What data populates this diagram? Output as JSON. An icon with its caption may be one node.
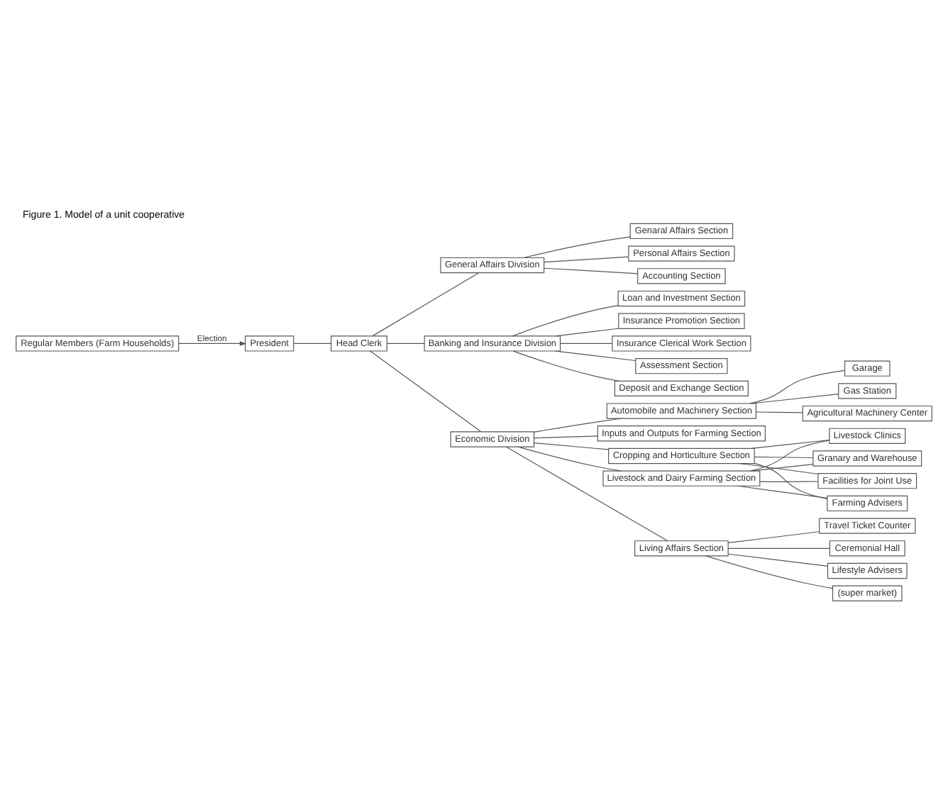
{
  "diagram": {
    "title": "Figure 1. Model of a unit cooperative",
    "nodes": [
      {
        "text": [
          "Regular Members (Farm Households)"
        ]
      },
      {
        "text": [
          "President"
        ]
      },
      {
        "text": [
          "Head Clerk"
        ]
      },
      {
        "text": [
          "General Affairs Division"
        ]
      },
      {
        "text": [
          "Banking and Insurance Division"
        ]
      },
      {
        "text": [
          "Economic Division"
        ]
      },
      {
        "text": [
          "Genaral Affairs Section"
        ]
      },
      {
        "text": [
          "Personal Affairs Section"
        ]
      },
      {
        "text": [
          "Accounting Section"
        ]
      },
      {
        "text": [
          "Deposit and Exchange Section"
        ]
      },
      {
        "text": [
          "Loan and Investment Section"
        ]
      },
      {
        "text": [
          "Insurance Promotion Section"
        ]
      },
      {
        "text": [
          "Insurance Clerical Work Section"
        ]
      },
      {
        "text": [
          "Assessment Section"
        ]
      },
      {
        "text": [
          "Cropping and Horticulture Section"
        ]
      },
      {
        "text": [
          "Livestock and Dairy Farming Section"
        ]
      },
      {
        "text": [
          "Inputs and Outputs for Farming Section"
        ]
      },
      {
        "text": [
          "Automobile and Machinery Section"
        ]
      },
      {
        "text": [
          "Living Affairs Section"
        ]
      },
      {
        "text": [
          "Farming Advisers"
        ]
      },
      {
        "text": [
          "Granary and Warehouse"
        ]
      },
      {
        "text": [
          "Facilities for Joint Use"
        ]
      },
      {
        "text": [
          "Livestock Clinics"
        ]
      },
      {
        "text": [
          "Garage"
        ]
      },
      {
        "text": [
          "Gas Station"
        ]
      },
      {
        "text": [
          "Agricultural Machinery Center"
        ]
      },
      {
        "text": [
          "Lifestyle Advisers"
        ]
      },
      {
        "text": [
          "(super market)"
        ]
      },
      {
        "text": [
          "Travel Ticket Counter"
        ]
      },
      {
        "text": [
          "Ceremonial Hall"
        ]
      }
    ],
    "edges": [
      {
        "from": 0,
        "to": 1,
        "arrow": "to",
        "label": "Election"
      },
      {
        "from": 1,
        "to": 2,
        "arrow": "none"
      },
      {
        "from": 2,
        "to": 3,
        "arrow": "none"
      },
      {
        "from": 2,
        "to": 4,
        "arrow": "none"
      },
      {
        "from": 2,
        "to": 5,
        "arrow": "none"
      },
      {
        "from": 3,
        "to": 6,
        "arrow": "none"
      },
      {
        "from": 3,
        "to": 7,
        "arrow": "none"
      },
      {
        "from": 3,
        "to": 8,
        "arrow": "none"
      },
      {
        "from": 4,
        "to": 9,
        "arrow": "none"
      },
      {
        "from": 4,
        "to": 10,
        "arrow": "none"
      },
      {
        "from": 4,
        "to": 11,
        "arrow": "none"
      },
      {
        "from": 4,
        "to": 12,
        "arrow": "none"
      },
      {
        "from": 4,
        "to": 13,
        "arrow": "none"
      },
      {
        "from": 5,
        "to": 14,
        "arrow": "none"
      },
      {
        "from": 5,
        "to": 15,
        "arrow": "none"
      },
      {
        "from": 5,
        "to": 16,
        "arrow": "none"
      },
      {
        "from": 5,
        "to": 17,
        "arrow": "none"
      },
      {
        "from": 5,
        "to": 18,
        "arrow": "none"
      },
      {
        "from": 14,
        "to": 19,
        "arrow": "none"
      },
      {
        "from": 14,
        "to": 20,
        "arrow": "none"
      },
      {
        "from": 14,
        "to": 21,
        "arrow": "none"
      },
      {
        "from": 14,
        "to": 22,
        "arrow": "none"
      },
      {
        "from": 15,
        "to": 19,
        "arrow": "none"
      },
      {
        "from": 15,
        "to": 20,
        "arrow": "none"
      },
      {
        "from": 15,
        "to": 21,
        "arrow": "none"
      },
      {
        "from": 15,
        "to": 22,
        "arrow": "none"
      },
      {
        "from": 17,
        "to": 23,
        "arrow": "none"
      },
      {
        "from": 17,
        "to": 24,
        "arrow": "none"
      },
      {
        "from": 17,
        "to": 25,
        "arrow": "none"
      },
      {
        "from": 18,
        "to": 26,
        "arrow": "none"
      },
      {
        "from": 18,
        "to": 27,
        "arrow": "none"
      },
      {
        "from": 18,
        "to": 28,
        "arrow": "none"
      },
      {
        "from": 18,
        "to": 29,
        "arrow": "none"
      }
    ]
  }
}
